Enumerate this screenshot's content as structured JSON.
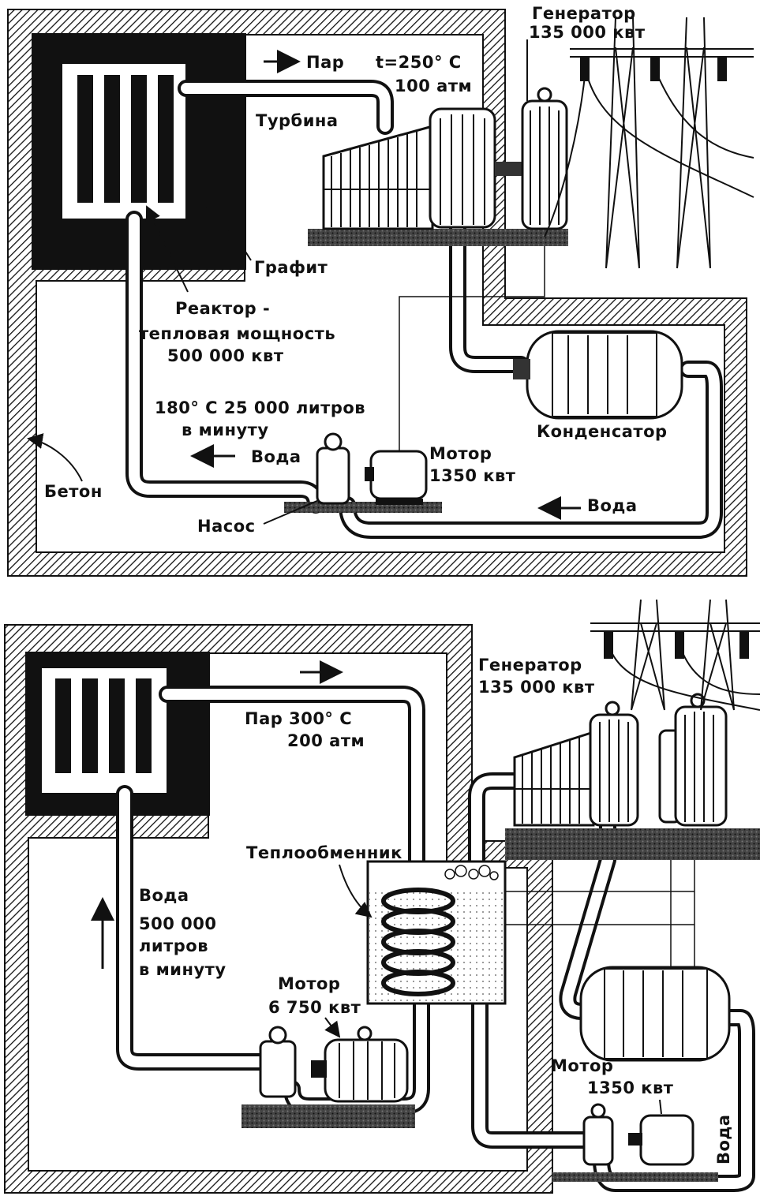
{
  "top": {
    "steam": "Пар",
    "temp_line": "t=250° C",
    "pressure": "100 атм",
    "turbine": "Турбина",
    "generator_title": "Генератор",
    "generator_power": "135 000 квт",
    "graphite": "Графит",
    "reactor_title": "Реактор -",
    "reactor_power_title": "тепловая мощность",
    "reactor_power": "500 000 квт",
    "flow_line": "180° C  25 000 литров",
    "flow_rate": "в минуту",
    "water_left": "Вода",
    "motor_title": "Мотор",
    "motor_power": "1350 квт",
    "condenser": "Конденсатор",
    "concrete": "Бетон",
    "water_right": "Вода",
    "pump": "Насос"
  },
  "bottom": {
    "generator_title": "Генератор",
    "generator_power": "135 000 квт",
    "steam_line": "Пар  300° С",
    "pressure": "200 атм",
    "heat_exchanger": "Теплообменник",
    "water": "Вода",
    "flow_amount": "500 000",
    "flow_unit": "литров",
    "flow_rate": "в минуту",
    "motor_big_title": "Мотор",
    "motor_big_power": "6 750 квт",
    "motor_small_title": "Мотор",
    "motor_small_power": "1350 квт",
    "water_vertical": "Вода"
  }
}
